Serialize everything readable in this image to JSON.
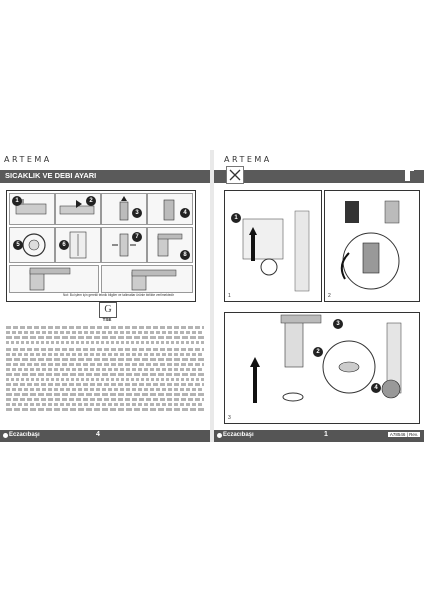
{
  "left_page": {
    "brand": "ARTEMA",
    "section_title": "SICAKLIK VE DEBI AYARI",
    "caption": "Not: Bu işlem için gerekli teknik bilgiler ve talimatlar ürünle birlikte verilmektedir",
    "certificate": {
      "logo": "G",
      "label": "TSE"
    },
    "footer": {
      "brand": "Eczacıbaşı",
      "page_number": "4"
    }
  },
  "right_page": {
    "brand": "ARTEMA",
    "footer": {
      "brand": "Eczacıbaşı",
      "page_number": "1",
      "code": "A78546 | Rev."
    }
  },
  "figures": {
    "left_steps": [
      "1",
      "2",
      "3",
      "4",
      "5",
      "6",
      "7",
      "8"
    ],
    "right_panels": [
      "1",
      "2",
      "3"
    ],
    "right_steps": [
      "1",
      "2",
      "3",
      "4"
    ]
  },
  "colors": {
    "title_bar": "#5a5a5a",
    "footer_bar": "#555555",
    "page_bg": "#ffffff"
  }
}
